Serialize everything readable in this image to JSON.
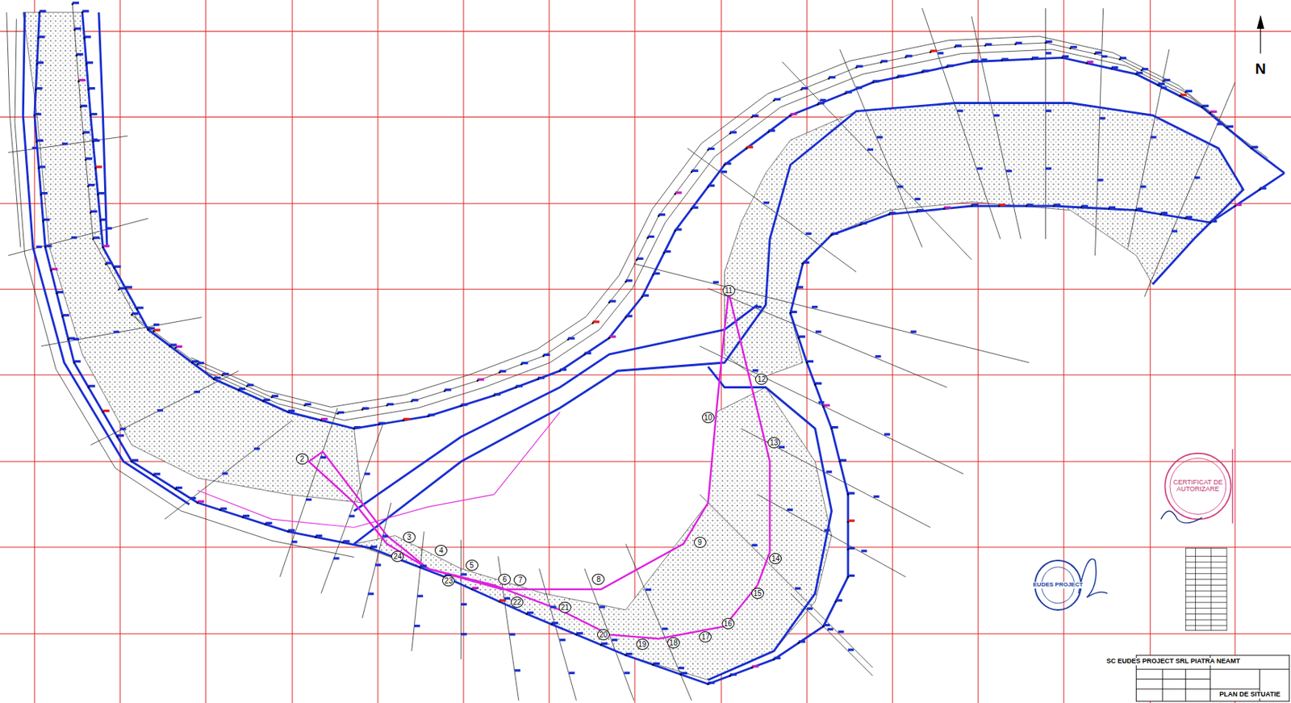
{
  "diagram": {
    "title": "PLAN DE SITUATIE",
    "labels": [
      "N",
      "SC EUDES PROJECT SRL PIATRA NEAMT",
      "CERTIFICAT DE AUTORIZARE",
      "EUDES PROJECT",
      "2",
      "3",
      "4",
      "5",
      "6",
      "7",
      "8",
      "9",
      "10",
      "11",
      "12",
      "13",
      "14",
      "15",
      "16",
      "17",
      "18",
      "19",
      "20",
      "21",
      "22",
      "23",
      "24"
    ]
  }
}
